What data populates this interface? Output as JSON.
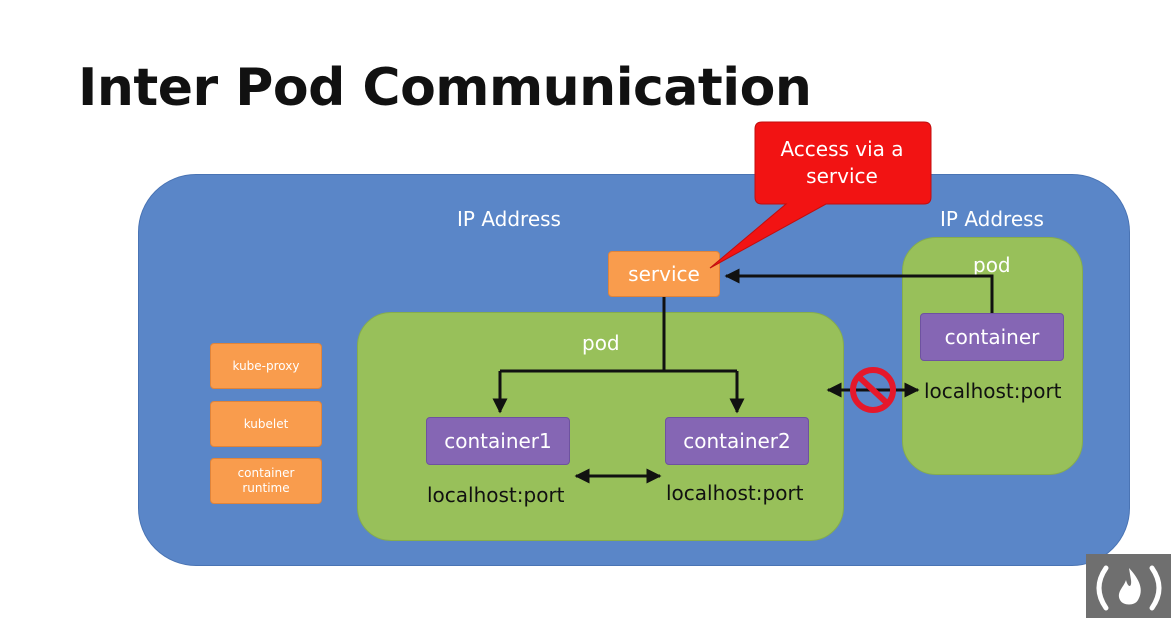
{
  "slide": {
    "title": "Inter Pod Communication"
  },
  "node": {
    "ip_label": "IP Address",
    "components": {
      "kube_proxy": "kube-proxy",
      "kubelet": "kubelet",
      "runtime": "container\nruntime"
    }
  },
  "service": {
    "label": "service"
  },
  "callout": {
    "text": "Access via a\nservice"
  },
  "pod_main": {
    "label": "pod",
    "container1": "container1",
    "container2": "container2",
    "port1": "localhost:port",
    "port2": "localhost:port"
  },
  "pod_right": {
    "ip_label": "IP Address",
    "label": "pod",
    "container": "container",
    "port": "localhost:port"
  },
  "colors": {
    "node_bg": "#5a86c8",
    "pod_bg": "#98c05a",
    "container": "#8566b4",
    "component": "#f99c4d",
    "callout": "#f21313",
    "blocked": "#e5182b"
  },
  "icons": {
    "blocked": "no-entry-icon",
    "logo": "fire-logo-icon"
  }
}
